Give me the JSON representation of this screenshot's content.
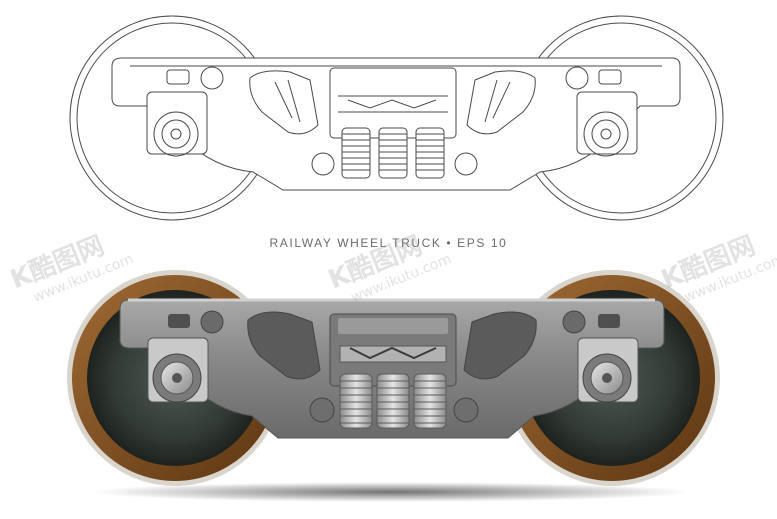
{
  "caption": "RAILWAY WHEEL TRUCK • EPS 10",
  "watermarks": [
    {
      "logo": "K酷图网",
      "url": "www.ikutu.com"
    },
    {
      "logo": "K酷图网",
      "url": "www.ikutu.com"
    },
    {
      "logo": "K酷图网",
      "url": "www.ikutu.com"
    }
  ],
  "colors": {
    "outline": "#4a4a4a",
    "frame_gray": "#8c8c8c",
    "frame_dark": "#5f5f5f",
    "wheel_rust": "#7a4a1c",
    "wheel_dark": "#2e3430",
    "spring": "#b5b5b5"
  }
}
